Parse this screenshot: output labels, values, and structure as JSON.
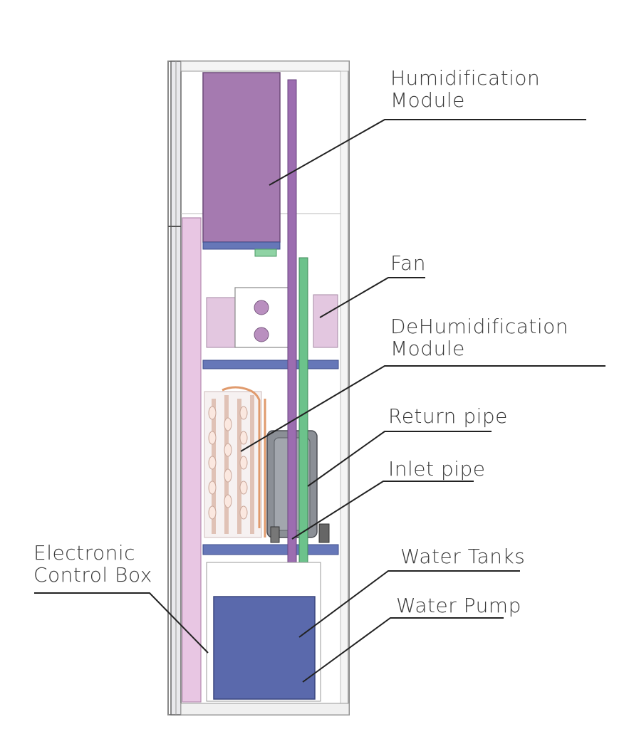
{
  "labels": {
    "humidification": "Humidification\nModule",
    "fan": "Fan",
    "dehumidification": "DeHumidification\nModule",
    "return_pipe": "Return pipe",
    "inlet_pipe": "Inlet pipe",
    "control_box": "Electronic\nControl Box",
    "water_tanks": "Water Tanks",
    "water_pump": "Water Pump"
  },
  "colors": {
    "humidifier": "#a57ab0",
    "pipe_purple": "#9c6db0",
    "pipe_green": "#6cc28b",
    "tank_blue": "#5a69ac",
    "shelf_blue": "#6677b8",
    "copper": "#e09a6c",
    "leader_line": "#222222",
    "pink_panel": "#e8c6e3"
  }
}
